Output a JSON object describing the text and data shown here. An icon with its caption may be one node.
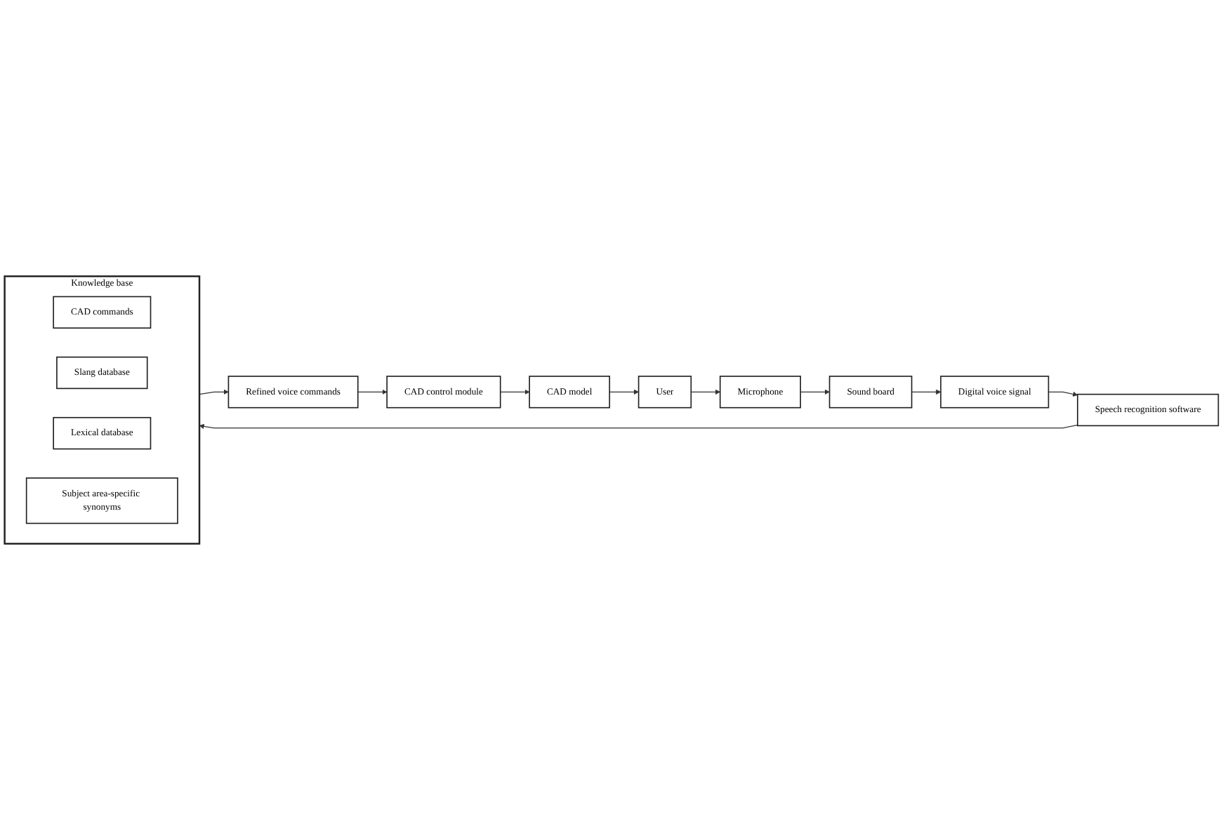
{
  "diagram": {
    "nodes": [
      {
        "text": [
          "User"
        ]
      },
      {
        "text": [
          "Microphone"
        ]
      },
      {
        "text": [
          "Sound board"
        ]
      },
      {
        "text": [
          "Digital voice signal"
        ]
      },
      {
        "text": [
          "Speech recognition software"
        ]
      },
      {
        "text": [
          "Knowledge base"
        ]
      },
      {
        "text": [
          "CAD commands"
        ],
        "in": 5
      },
      {
        "text": [
          "Slang database"
        ],
        "in": 5
      },
      {
        "text": [
          "Lexical database"
        ],
        "in": 5
      },
      {
        "text": [
          "Subject area-specific synonyms"
        ],
        "in": 5
      },
      {
        "text": [
          "Refined voice commands"
        ]
      },
      {
        "text": [
          "CAD control module"
        ]
      },
      {
        "text": [
          "CAD model"
        ]
      }
    ],
    "edges": [
      {
        "from": 0,
        "to": 1,
        "arrow": "to"
      },
      {
        "from": 1,
        "to": 2,
        "arrow": "to"
      },
      {
        "from": 2,
        "to": 3,
        "arrow": "to"
      },
      {
        "from": 3,
        "to": 4,
        "arrow": "to"
      },
      {
        "from": 4,
        "to": 5,
        "arrow": "to"
      },
      {
        "from": 5,
        "to": 10,
        "arrow": "to"
      },
      {
        "from": 10,
        "to": 11,
        "arrow": "to"
      },
      {
        "from": 11,
        "to": 12,
        "arrow": "to"
      },
      {
        "from": 12,
        "to": 0,
        "arrow": "to"
      }
    ]
  }
}
